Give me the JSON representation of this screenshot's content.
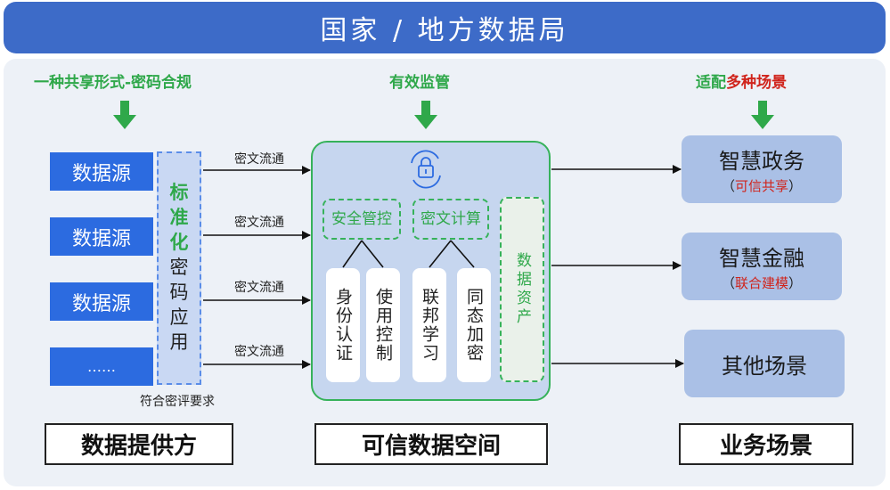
{
  "banner": {
    "title": "国家 / 地方数据局"
  },
  "columns": {
    "left": {
      "heading": "一种共享形式-密码合规"
    },
    "middle": {
      "heading": "有效监管"
    },
    "right": {
      "heading_prefix": "适配",
      "heading_highlight": "多种场景"
    }
  },
  "sources": [
    "数据源",
    "数据源",
    "数据源",
    "……"
  ],
  "standard": {
    "highlight": [
      "标",
      "准",
      "化"
    ],
    "rest": [
      "密",
      "码",
      "应",
      "用"
    ]
  },
  "flows": [
    "密文流通",
    "密文流通",
    "密文流通",
    "密文流通"
  ],
  "compliance_note": "符合密评要求",
  "trusted_space": {
    "security_control": "安全管控",
    "cipher_compute": "密文计算",
    "cards": [
      "身份认证",
      "使用控制",
      "联邦学习",
      "同态加密"
    ],
    "data_assets": "数据资产"
  },
  "scenes": [
    {
      "title": "智慧政务",
      "sub": "可信共享"
    },
    {
      "title": "智慧金融",
      "sub": "联合建模"
    },
    {
      "title": "其他场景",
      "sub": ""
    }
  ],
  "footers": [
    "数据提供方",
    "可信数据空间",
    "业务场景"
  ],
  "colors": {
    "banner": "#3d6bc8",
    "green": "#2fa84a",
    "red": "#d0241c",
    "source_blue": "#2c6be0",
    "scene": "#aac0e6"
  }
}
